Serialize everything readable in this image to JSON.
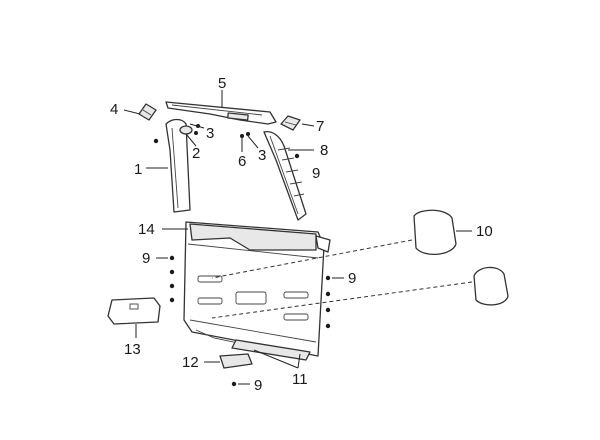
{
  "labels": {
    "l1": "1",
    "l2": "2",
    "l3a": "3",
    "l3b": "3",
    "l4": "4",
    "l5": "5",
    "l6": "6",
    "l7": "7",
    "l8": "8",
    "l9a": "9",
    "l9b": "9",
    "l9c": "9",
    "l9d": "9",
    "l10": "10",
    "l11": "11",
    "l12": "12",
    "l13": "13",
    "l14": "14"
  },
  "colors": {
    "line": "#333333",
    "shade": "#e8e8e8",
    "background": "#ffffff"
  }
}
